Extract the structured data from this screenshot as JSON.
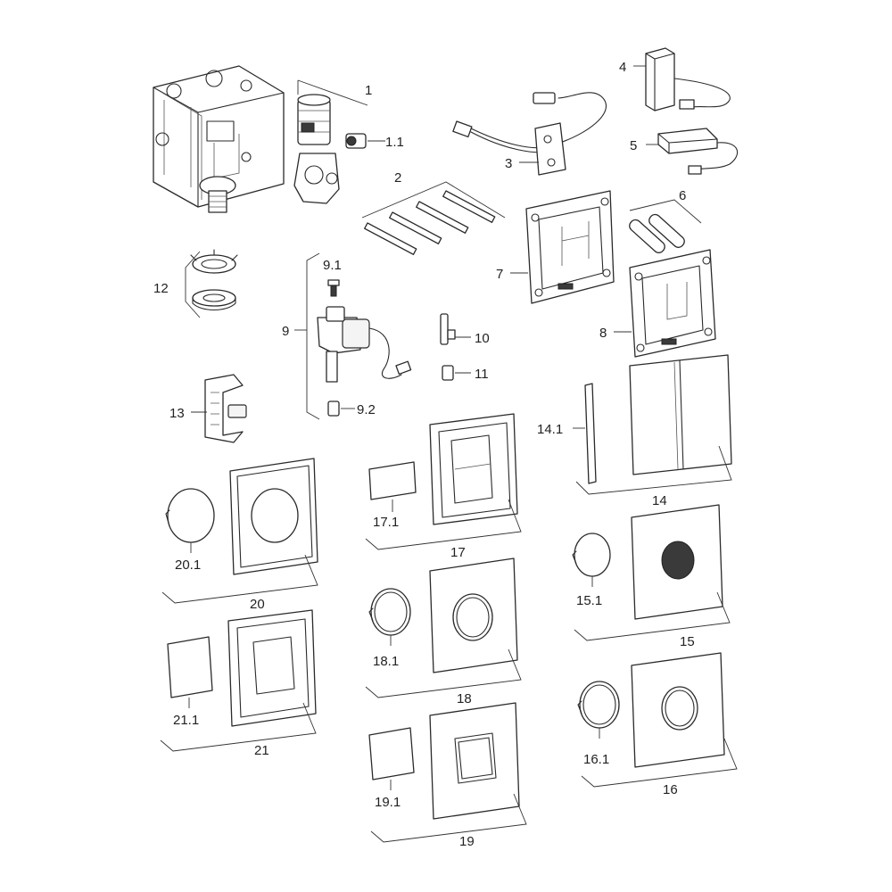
{
  "labels": {
    "p1": "1",
    "p1_1": "1.1",
    "p2": "2",
    "p3": "3",
    "p4": "4",
    "p5": "5",
    "p6": "6",
    "p7": "7",
    "p8": "8",
    "p9": "9",
    "p9_1": "9.1",
    "p9_2": "9.2",
    "p10": "10",
    "p11": "11",
    "p12": "12",
    "p13": "13",
    "p14": "14",
    "p14_1": "14.1",
    "p15": "15",
    "p15_1": "15.1",
    "p16": "16",
    "p16_1": "16.1",
    "p17": "17",
    "p17_1": "17.1",
    "p18": "18",
    "p18_1": "18.1",
    "p19": "19",
    "p19_1": "19.1",
    "p20": "20",
    "p20_1": "20.1",
    "p21": "21",
    "p21_1": "21.1"
  },
  "colors": {
    "outline": "#2a2a2a",
    "fill": "#ffffff",
    "dark": "#3a3a3a"
  }
}
